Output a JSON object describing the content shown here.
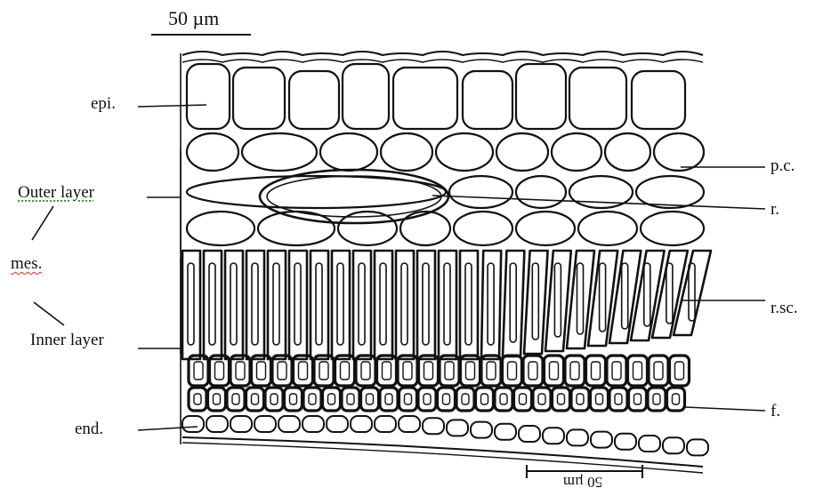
{
  "scale_bar": {
    "text": "50 µm"
  },
  "handwritten_scale": {
    "text": "50 µm"
  },
  "labels": {
    "epi": "epi.",
    "outer_layer": "Outer layer",
    "mes": "mes.",
    "inner_layer": "Inner layer",
    "end": "end.",
    "pc": "p.c.",
    "r": "r.",
    "rsc": "r.sc.",
    "f": "f."
  },
  "colors": {
    "ink": "#111111",
    "paper": "#ffffff"
  }
}
